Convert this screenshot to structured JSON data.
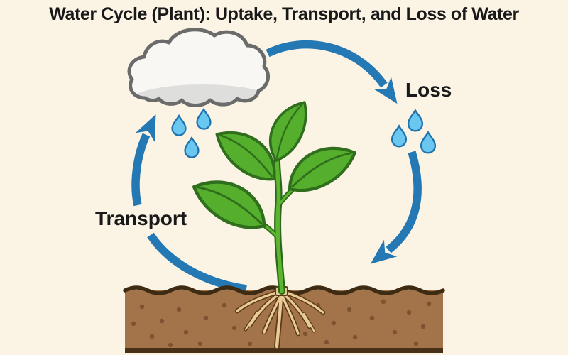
{
  "title": "Water Cycle (Plant): Uptake, Transport, and Loss of Water",
  "labels": {
    "transport": "Transport",
    "loss": "Loss"
  },
  "colors": {
    "background": "#FBF4E5",
    "text": "#191919",
    "arrow_blue": "#2478B4",
    "raindrop_fill": "#6AC8F0",
    "raindrop_outline": "#1E73AE",
    "cloud_fill": "#F8F7F4",
    "cloud_outline": "#6B6B6B",
    "cloud_shade": "#DEDEDC",
    "leaf_fill": "#55AF2D",
    "leaf_outline": "#2F6E1C",
    "stem_fill": "#5CB42F",
    "soil_fill": "#A3734A",
    "soil_outline": "#3E2B13",
    "soil_dot": "#7C5230",
    "root_fill": "#E9CB96",
    "root_outline": "#5C3A1A"
  }
}
